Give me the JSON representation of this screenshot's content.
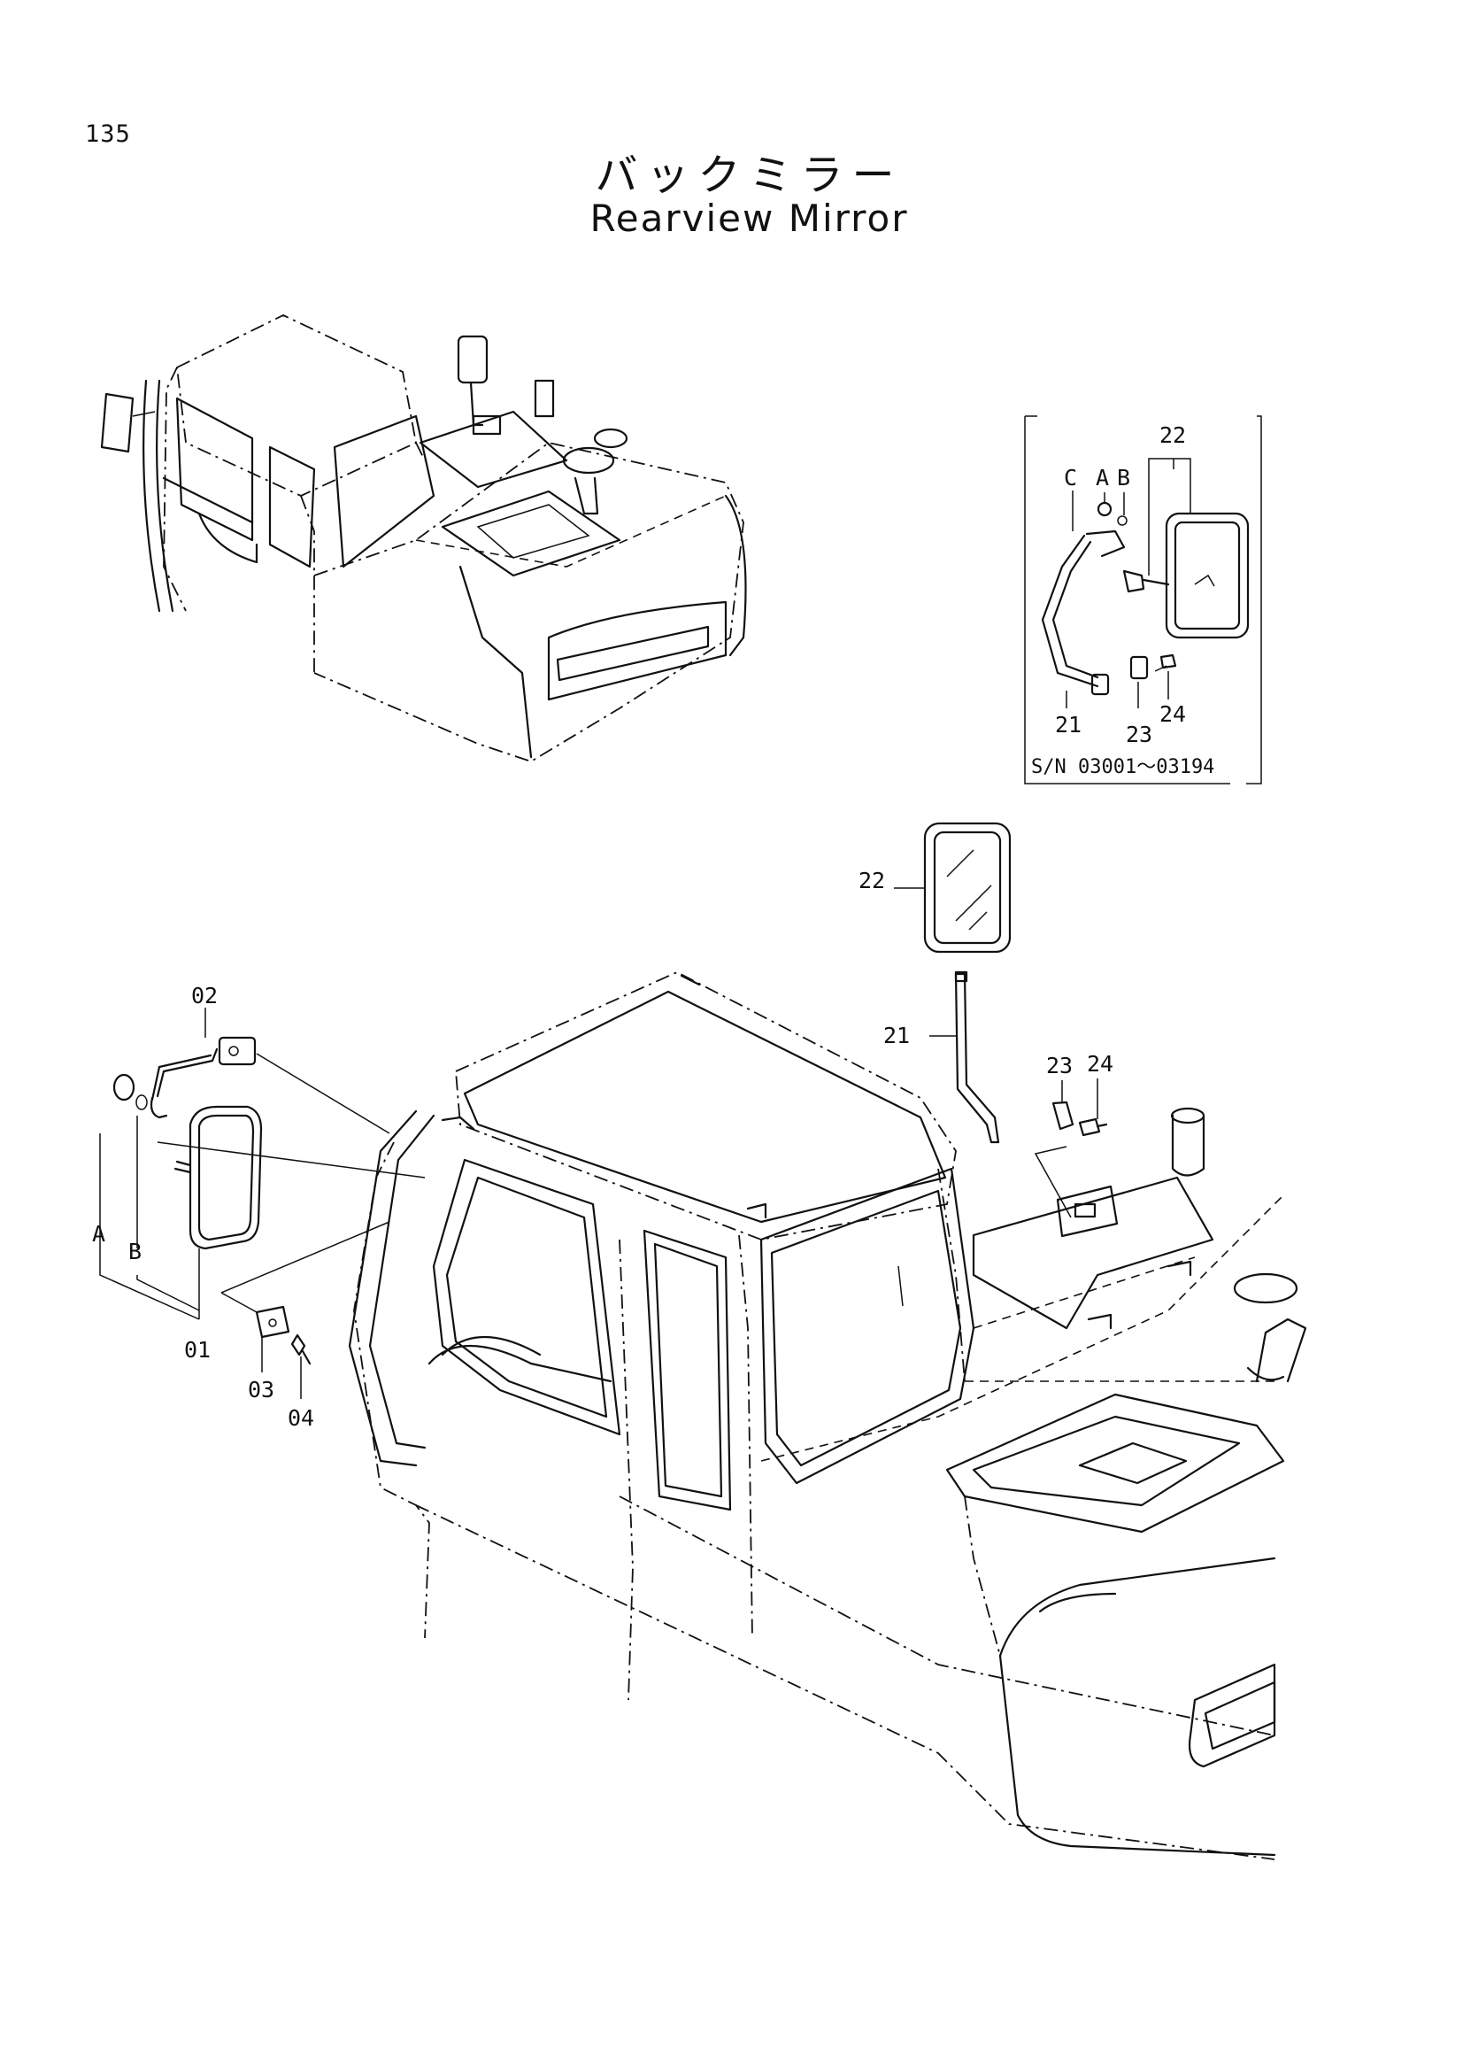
{
  "page_number": "135",
  "title_jp": "バックミラー",
  "title_en": "Rearview Mirror",
  "inset": {
    "serial_range": "S/N  03001～03194",
    "labels": [
      "22",
      "C",
      "A",
      "B",
      "21",
      "23",
      "24"
    ]
  },
  "main_labels": {
    "p01": "01",
    "p02": "02",
    "p03": "03",
    "p04": "04",
    "pA": "A",
    "pB": "B",
    "p21": "21",
    "p22": "22",
    "p23": "23",
    "p24": "24"
  }
}
